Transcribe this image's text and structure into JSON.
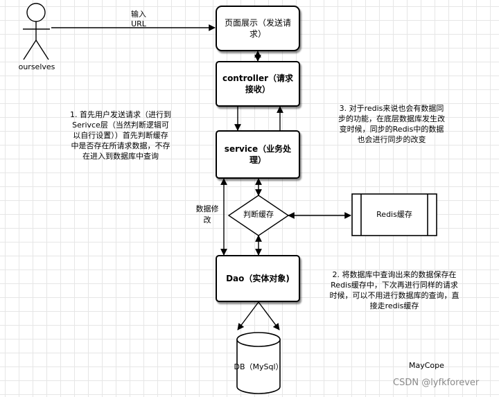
{
  "actor": {
    "label": "ourselves"
  },
  "edge_input": {
    "label": "输入\nURL"
  },
  "nodes": {
    "page": "页面展示（发送请求）",
    "controller": "controller（请求接收）",
    "service": "service（业务处理）",
    "cache_check": "判断缓存",
    "redis": "Redis缓存",
    "dao": "Dao（实体对象)",
    "db": "DB（MySql）"
  },
  "edge_modify": {
    "label": "数据修\n改"
  },
  "notes": {
    "note1": "1. 首先用户发送请求（进行到\nSerivce层（当然判断逻辑可\n以自行设置））首先判断缓存\n中是否存在所请求数据，不存\n在进入到数据库中查询",
    "note2": "2. 将数据库中查询出来的数据保存在\nRedis缓存中，下次再进行同样的请求\n时候，可以不用进行数据库的查询，直\n接走redis缓存",
    "note3": "3. 对于redis来说也会有数据同\n步的功能，在底层数据库发生改\n变时候，同步的Redis中的数据\n也会进行同步的改变"
  },
  "author": "MayCope",
  "watermark": "CSDN @lyfkforever"
}
